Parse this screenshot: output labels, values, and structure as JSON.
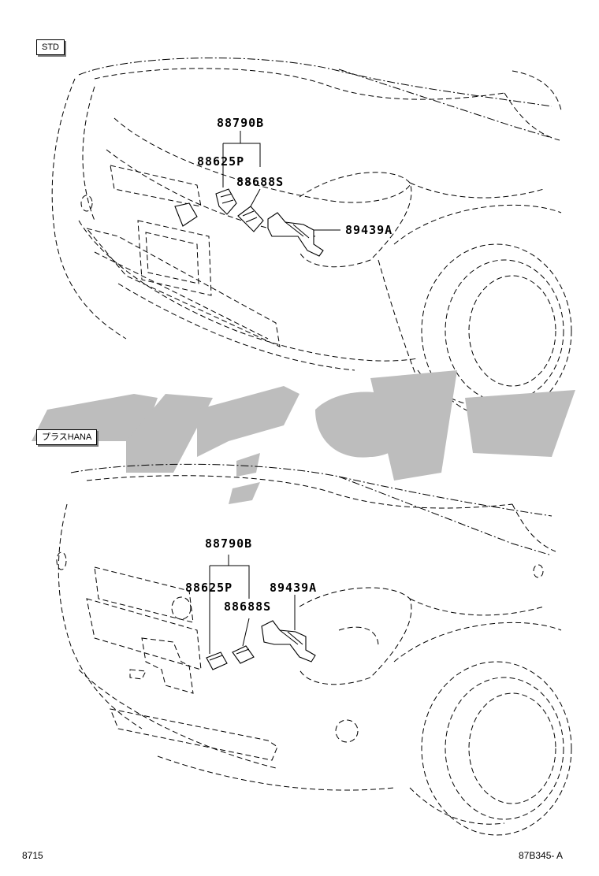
{
  "top_panel": {
    "variant_tag": "STD",
    "parts": {
      "p1": "88790B",
      "p2": "88625P",
      "p3": "88688S",
      "p4": "89439A"
    }
  },
  "bottom_panel": {
    "variant_tag": "プラスHANA",
    "parts": {
      "p1": "88790B",
      "p2": "88625P",
      "p3": "88688S",
      "p4": "89439A"
    }
  },
  "footer": {
    "left_code": "8715",
    "right_code": "87B345- A"
  },
  "colors": {
    "line": "#000000",
    "watermark": "#bdbdbd",
    "background": "#ffffff"
  }
}
